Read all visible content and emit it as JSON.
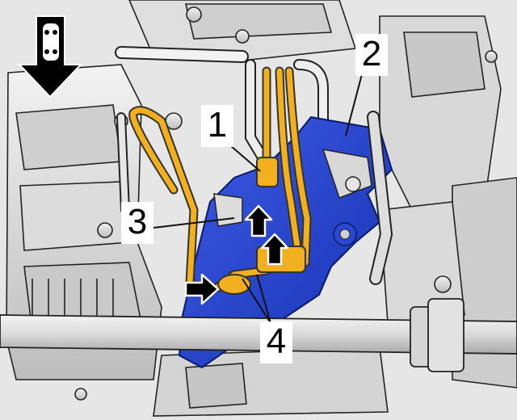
{
  "colors": {
    "highlight_part": "#1f3fd0",
    "fuel_lines": "#f2b01e",
    "hardware": "#d6d6d6",
    "outline": "#111111",
    "background": "#ffffff"
  },
  "icons": {
    "view_direction": "down-arrow-with-car-icon",
    "release_points": "black-arrow-icon"
  },
  "callouts": {
    "c1": "1",
    "c2": "2",
    "c3": "3",
    "c4": "4"
  }
}
